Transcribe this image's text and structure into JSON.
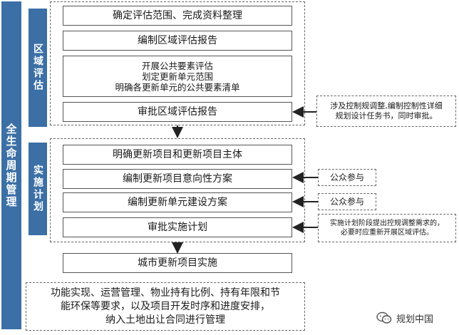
{
  "side_label": "全生命周期管理",
  "section_region": "区域评估",
  "section_plan": "实施计划",
  "region_steps": [
    "确定评估范围、完成资料整理",
    "编制区域评估报告",
    [
      "开展公共要素评估",
      "划定更新单元范围",
      "明确各更新单元的公共要素清单"
    ],
    "审批区域评估报告"
  ],
  "plan_steps": [
    "明确更新项目和更新项目主体",
    "编制更新项目意向性方案",
    "编制更新单元建设方案",
    "审批实施计划"
  ],
  "implementation": "城市更新项目实施",
  "bottom_note": [
    "功能实现、运营管理、物业持有比例、持有年限和节",
    "能环保等要求，以及项目开发时序和进度安排，",
    "纳入土地出让合同进行管理"
  ],
  "side_notes": {
    "approve_region": [
      "涉及控制规调整,编制控制性详细",
      "规划设计任务书，同时审批。"
    ],
    "public_1": "公众参与",
    "public_2": "公众参与",
    "plan_adjust": [
      "实施计划阶段提出控规调整需求的，",
      "必要时应重新开展区域评估。"
    ]
  },
  "watermark": "规划中国",
  "watermark_icon": "wechat-icon"
}
